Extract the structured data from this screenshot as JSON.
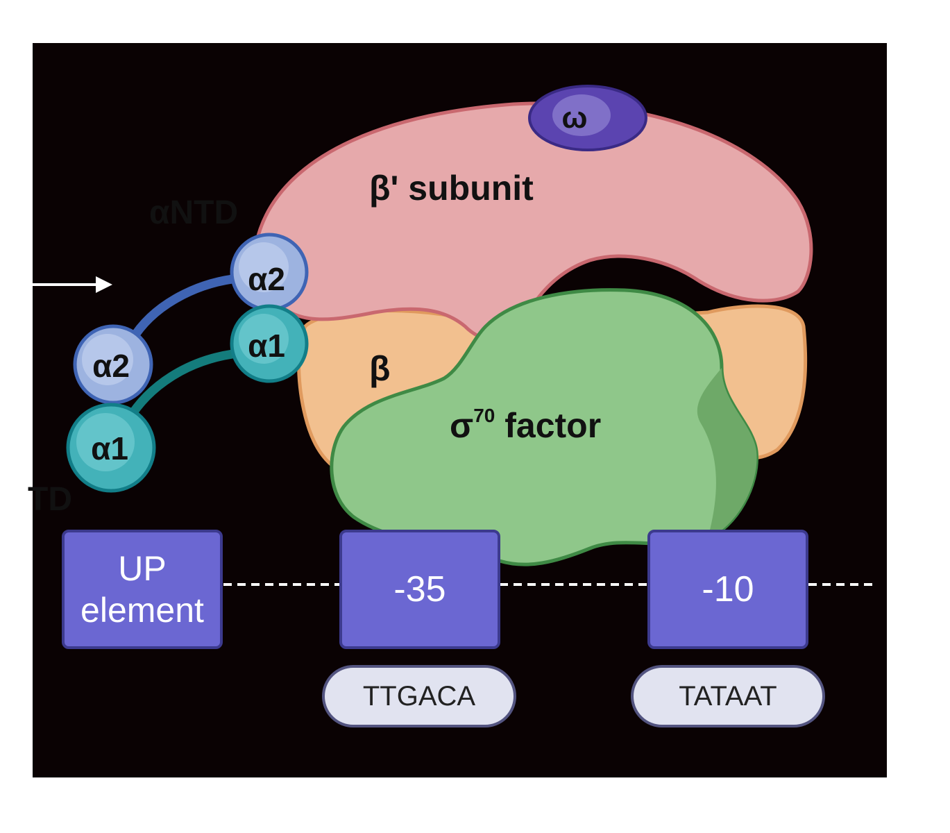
{
  "labels": {
    "beta_prime": "β' subunit",
    "beta": "β",
    "omega": "ω",
    "sigma_symbol": "σ",
    "sigma_superscript": "70",
    "sigma_rest": " factor",
    "alpha_ntd": "αNTD",
    "alpha_ctd_fragment": "TD",
    "alpha2_ntd": "α2",
    "alpha1_ntd": "α1",
    "alpha2_ctd": "α2",
    "alpha1_ctd": "α1"
  },
  "promoter": {
    "up_line1": "UP",
    "up_line2": "element",
    "minus35": "-35",
    "minus10": "-10",
    "minus35_seq": "TTGACA",
    "minus10_seq": "TATAAT"
  },
  "colors": {
    "background": "#0a0203",
    "beta_prime": "#e6a9ab",
    "beta_prime_stroke": "#c9686f",
    "beta": "#f2c08f",
    "beta_stroke": "#e09a5e",
    "sigma": "#8fc78a",
    "sigma_stroke": "#3f8a45",
    "omega": "#5b44b0",
    "omega_inner": "#8070c8",
    "alpha2": "#9db3e0",
    "alpha2_stroke": "#3f64b4",
    "alpha1": "#43b2b9",
    "alpha1_stroke": "#127e88",
    "linker2": "#3f64b4",
    "linker1": "#147c7c",
    "promoter_box": "#6b67d2",
    "promoter_box_stroke": "#3c3a8e",
    "sequence_pill": "#e1e3f0",
    "sequence_pill_stroke": "#535480"
  }
}
